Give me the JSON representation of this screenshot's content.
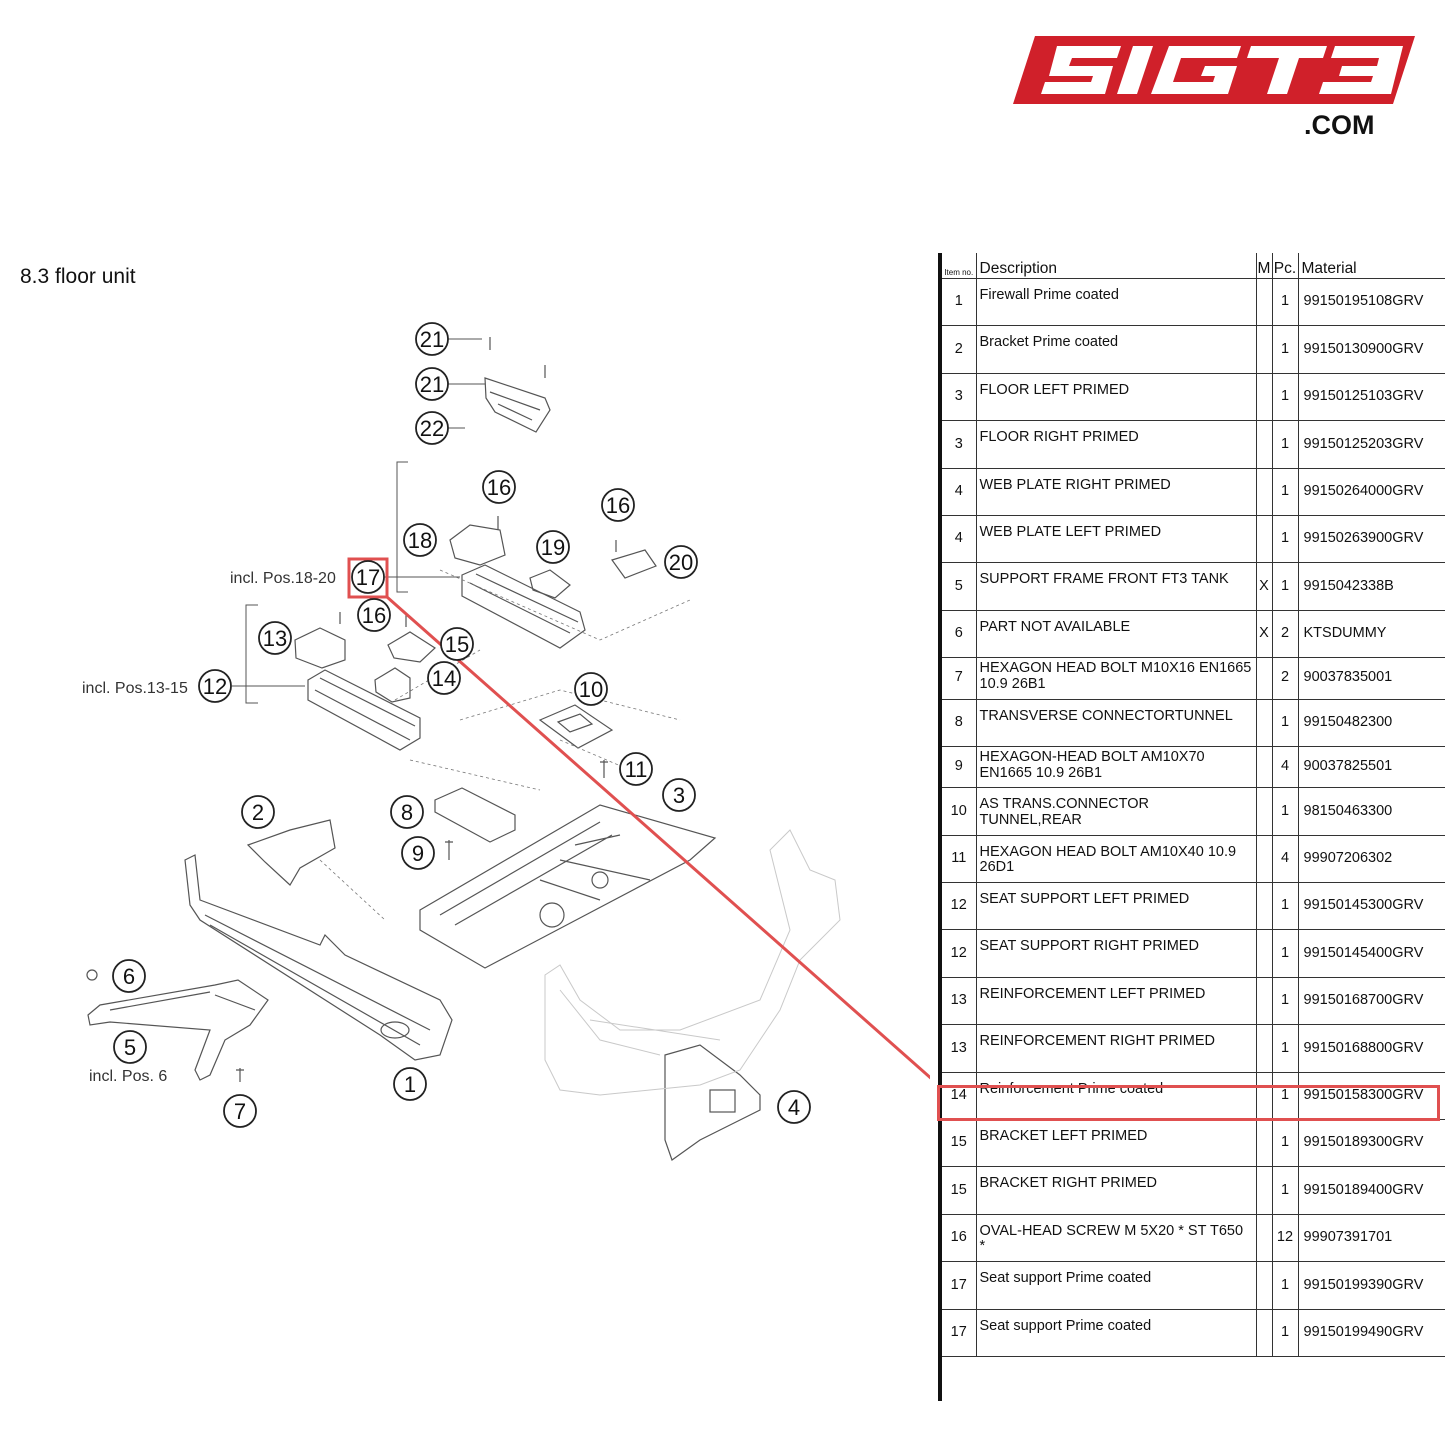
{
  "logo": {
    "text": "51GT3",
    "suffix": ".COM",
    "color": "#d0202a"
  },
  "section_title": "8.3  floor unit",
  "diagram": {
    "callouts": [
      "21",
      "21",
      "22",
      "16",
      "16",
      "16",
      "18",
      "19",
      "20",
      "17",
      "13",
      "15",
      "14",
      "12",
      "10",
      "11",
      "2",
      "8",
      "9",
      "3",
      "6",
      "5",
      "7",
      "1",
      "4"
    ],
    "notes": {
      "n17": "incl. Pos.18-20",
      "n12": "incl. Pos.13-15",
      "n5": "incl. Pos. 6"
    },
    "highlight_color": "#e05050"
  },
  "table": {
    "headers": {
      "item": "Item no.",
      "desc": "Description",
      "m": "M",
      "pc": "Pc.",
      "mat": "Material"
    },
    "rows": [
      {
        "item": "1",
        "desc": "Firewall Prime coated",
        "m": "",
        "pc": "1",
        "mat": "99150195108GRV"
      },
      {
        "item": "2",
        "desc": "Bracket Prime coated",
        "m": "",
        "pc": "1",
        "mat": "99150130900GRV"
      },
      {
        "item": "3",
        "desc": "FLOOR LEFT PRIMED",
        "m": "",
        "pc": "1",
        "mat": "99150125103GRV"
      },
      {
        "item": "3",
        "desc": "FLOOR RIGHT PRIMED",
        "m": "",
        "pc": "1",
        "mat": "99150125203GRV"
      },
      {
        "item": "4",
        "desc": "WEB PLATE RIGHT PRIMED",
        "m": "",
        "pc": "1",
        "mat": "99150264000GRV"
      },
      {
        "item": "4",
        "desc": "WEB PLATE LEFT PRIMED",
        "m": "",
        "pc": "1",
        "mat": "99150263900GRV"
      },
      {
        "item": "5",
        "desc": "SUPPORT FRAME FRONT FT3 TANK",
        "m": "X",
        "pc": "1",
        "mat": "9915042338B"
      },
      {
        "item": "6",
        "desc": "PART NOT AVAILABLE",
        "m": "X",
        "pc": "2",
        "mat": "KTSDUMMY"
      },
      {
        "item": "7",
        "desc": "HEXAGON HEAD BOLT M10X16 EN1665 10.9 26B1",
        "m": "",
        "pc": "2",
        "mat": "90037835001"
      },
      {
        "item": "8",
        "desc": "TRANSVERSE CONNECTORTUNNEL",
        "m": "",
        "pc": "1",
        "mat": "99150482300"
      },
      {
        "item": "9",
        "desc": "HEXAGON-HEAD BOLT AM10X70 EN1665 10.9 26B1",
        "m": "",
        "pc": "4",
        "mat": "90037825501"
      },
      {
        "item": "10",
        "desc": "AS TRANS.CONNECTOR TUNNEL,REAR",
        "m": "",
        "pc": "1",
        "mat": "98150463300"
      },
      {
        "item": "11",
        "desc": "HEXAGON HEAD BOLT AM10X40 10.9 26D1",
        "m": "",
        "pc": "4",
        "mat": "99907206302"
      },
      {
        "item": "12",
        "desc": "SEAT SUPPORT LEFT PRIMED",
        "m": "",
        "pc": "1",
        "mat": "99150145300GRV"
      },
      {
        "item": "12",
        "desc": "SEAT SUPPORT RIGHT PRIMED",
        "m": "",
        "pc": "1",
        "mat": "99150145400GRV"
      },
      {
        "item": "13",
        "desc": "REINFORCEMENT LEFT PRIMED",
        "m": "",
        "pc": "1",
        "mat": "99150168700GRV"
      },
      {
        "item": "13",
        "desc": "REINFORCEMENT RIGHT PRIMED",
        "m": "",
        "pc": "1",
        "mat": "99150168800GRV"
      },
      {
        "item": "14",
        "desc": "Reinforcement Prime coated",
        "m": "",
        "pc": "1",
        "mat": "99150158300GRV"
      },
      {
        "item": "15",
        "desc": "BRACKET LEFT PRIMED",
        "m": "",
        "pc": "1",
        "mat": "99150189300GRV"
      },
      {
        "item": "15",
        "desc": "BRACKET RIGHT PRIMED",
        "m": "",
        "pc": "1",
        "mat": "99150189400GRV"
      },
      {
        "item": "16",
        "desc": "OVAL-HEAD SCREW M 5X20 * ST T650 *",
        "m": "",
        "pc": "12",
        "mat": "99907391701"
      },
      {
        "item": "17",
        "desc": "Seat support Prime coated",
        "m": "",
        "pc": "1",
        "mat": "99150199390GRV"
      },
      {
        "item": "17",
        "desc": "Seat support Prime coated",
        "m": "",
        "pc": "1",
        "mat": "99150199490GRV"
      }
    ]
  }
}
